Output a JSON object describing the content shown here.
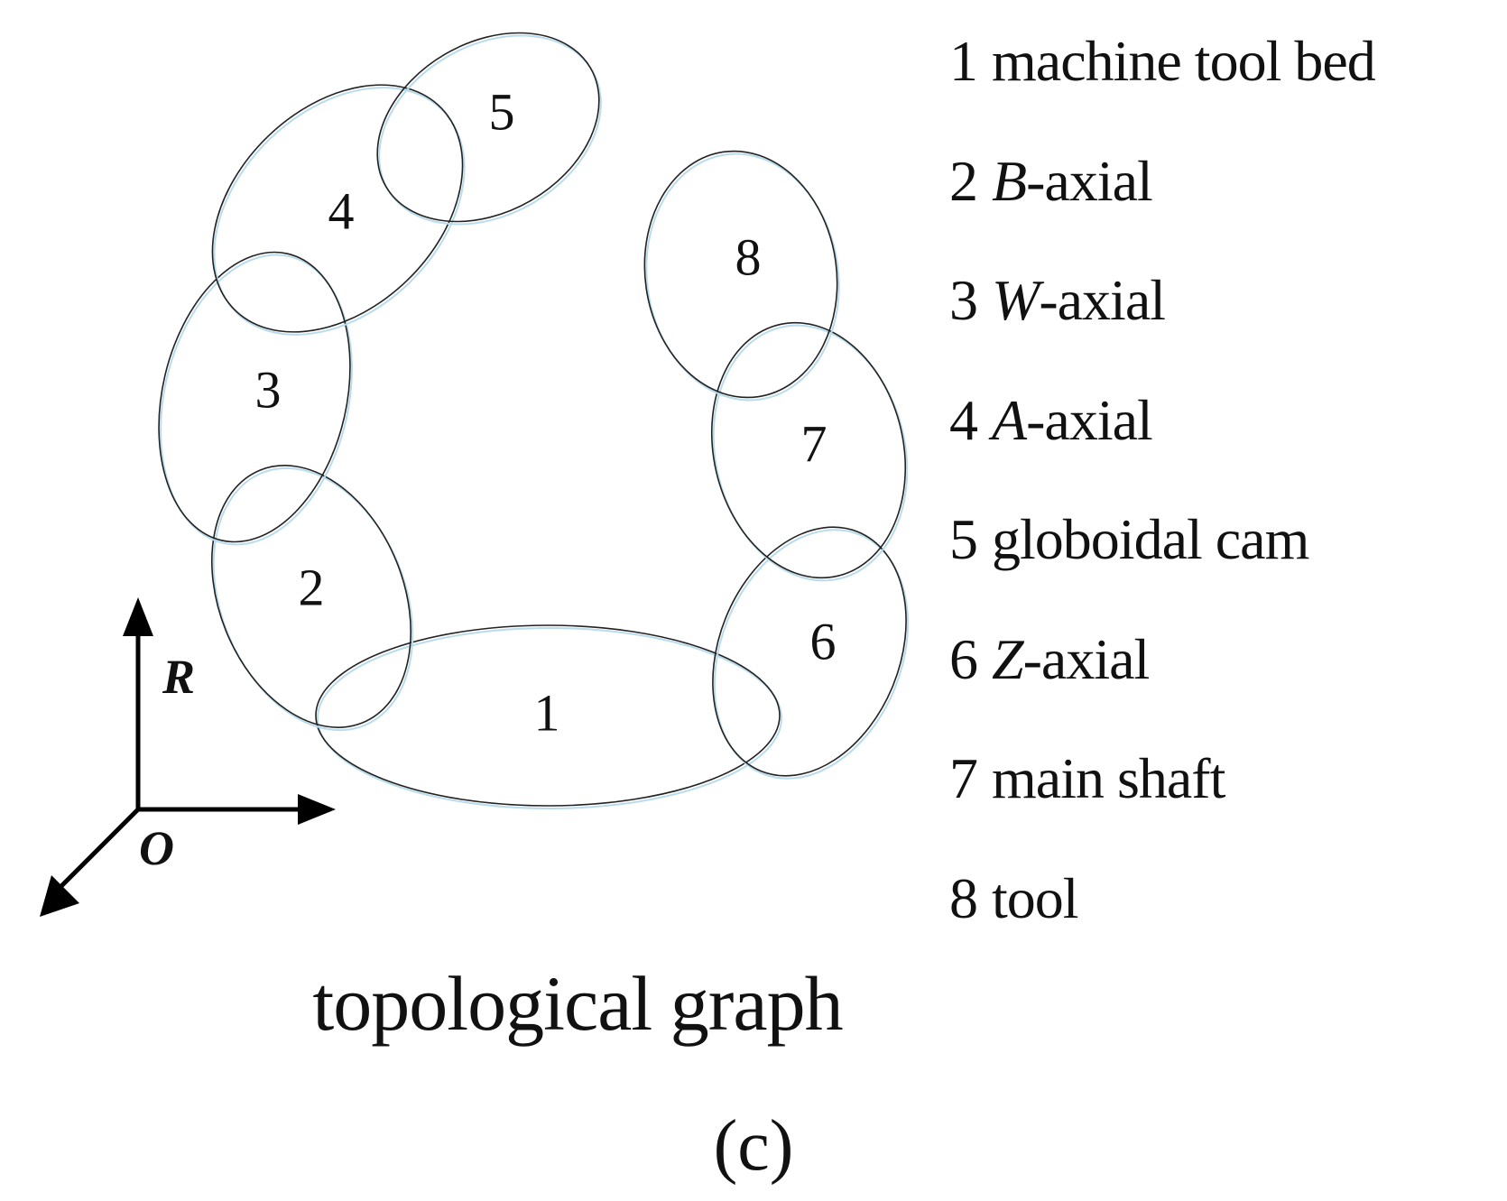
{
  "diagram": {
    "nodes": [
      {
        "id": "1",
        "label": "1"
      },
      {
        "id": "2",
        "label": "2"
      },
      {
        "id": "3",
        "label": "3"
      },
      {
        "id": "4",
        "label": "4"
      },
      {
        "id": "5",
        "label": "5"
      },
      {
        "id": "6",
        "label": "6"
      },
      {
        "id": "7",
        "label": "7"
      },
      {
        "id": "8",
        "label": "8"
      }
    ],
    "links": [
      [
        "1",
        "2"
      ],
      [
        "2",
        "3"
      ],
      [
        "3",
        "4"
      ],
      [
        "4",
        "5"
      ],
      [
        "1",
        "6"
      ],
      [
        "6",
        "7"
      ],
      [
        "7",
        "8"
      ]
    ],
    "axes": {
      "vertical": "R",
      "origin": "O"
    }
  },
  "legend": [
    {
      "num": "1",
      "italic": "",
      "rest": "machine tool bed"
    },
    {
      "num": "2",
      "italic": "B",
      "rest": "-axial"
    },
    {
      "num": "3",
      "italic": "W",
      "rest": "-axial"
    },
    {
      "num": "4",
      "italic": "A",
      "rest": "-axial"
    },
    {
      "num": "5",
      "italic": "",
      "rest": "globoidal cam"
    },
    {
      "num": "6",
      "italic": "Z",
      "rest": "-axial"
    },
    {
      "num": "7",
      "italic": "",
      "rest": "main shaft"
    },
    {
      "num": "8",
      "italic": "",
      "rest": "tool"
    }
  ],
  "caption": {
    "title": "topological graph",
    "panel": "(c)"
  }
}
